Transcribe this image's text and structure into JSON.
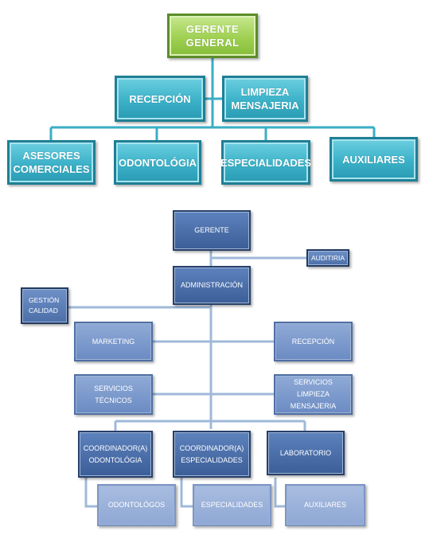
{
  "top_chart": {
    "gerente_general": [
      "GERENTE",
      "GENERAL"
    ],
    "recepcion": "RECEPCIÓN",
    "limpieza": [
      "LIMPIEZA",
      "MENSAJERIA"
    ],
    "asesores": [
      "ASESORES",
      "COMERCIALES"
    ],
    "odontologia": "ODONTOLÓGIA",
    "especialidades": "ESPECIALIDADES",
    "auxiliares": "AUXILIARES"
  },
  "bottom_chart": {
    "gerente": "GERENTE",
    "auditoria": "AUDITIRIA",
    "administracion": "ADMINISTRACIÓN",
    "gestion_calidad": [
      "GESTIÓN",
      "CALIDAD"
    ],
    "marketing": "MARKETING",
    "recepcion": "RECEPCIÓN",
    "servicios_tecnicos": [
      "SERVICIOS",
      "TÉCNICOS"
    ],
    "servicios_limpieza": [
      "SERVICIOS",
      "LIMPIEZA",
      "MENSAJERIA"
    ],
    "coord_odontologia": [
      "COORDINADOR(A)",
      "ODONTOLÓGIA"
    ],
    "coord_especialidades": [
      "COORDINADOR(A)",
      "ESPECIALIDADES"
    ],
    "laboratorio": "LABORATORIO",
    "odontologos": "ODONTOLÓGOS",
    "especialidades": "ESPECIALIDADES",
    "auxiliares": "AUXILIARES"
  },
  "colors": {
    "top_line": "#3aaec6",
    "bottom_line": "#9fb9d9",
    "gerente_general_fill": "#9fd052",
    "top_box_fill": "#3bb1c8",
    "bottom_dark_fill": "#4a6ca6",
    "bottom_mid_fill": "#7d99cc",
    "bottom_light_fill": "#9cb2db"
  }
}
